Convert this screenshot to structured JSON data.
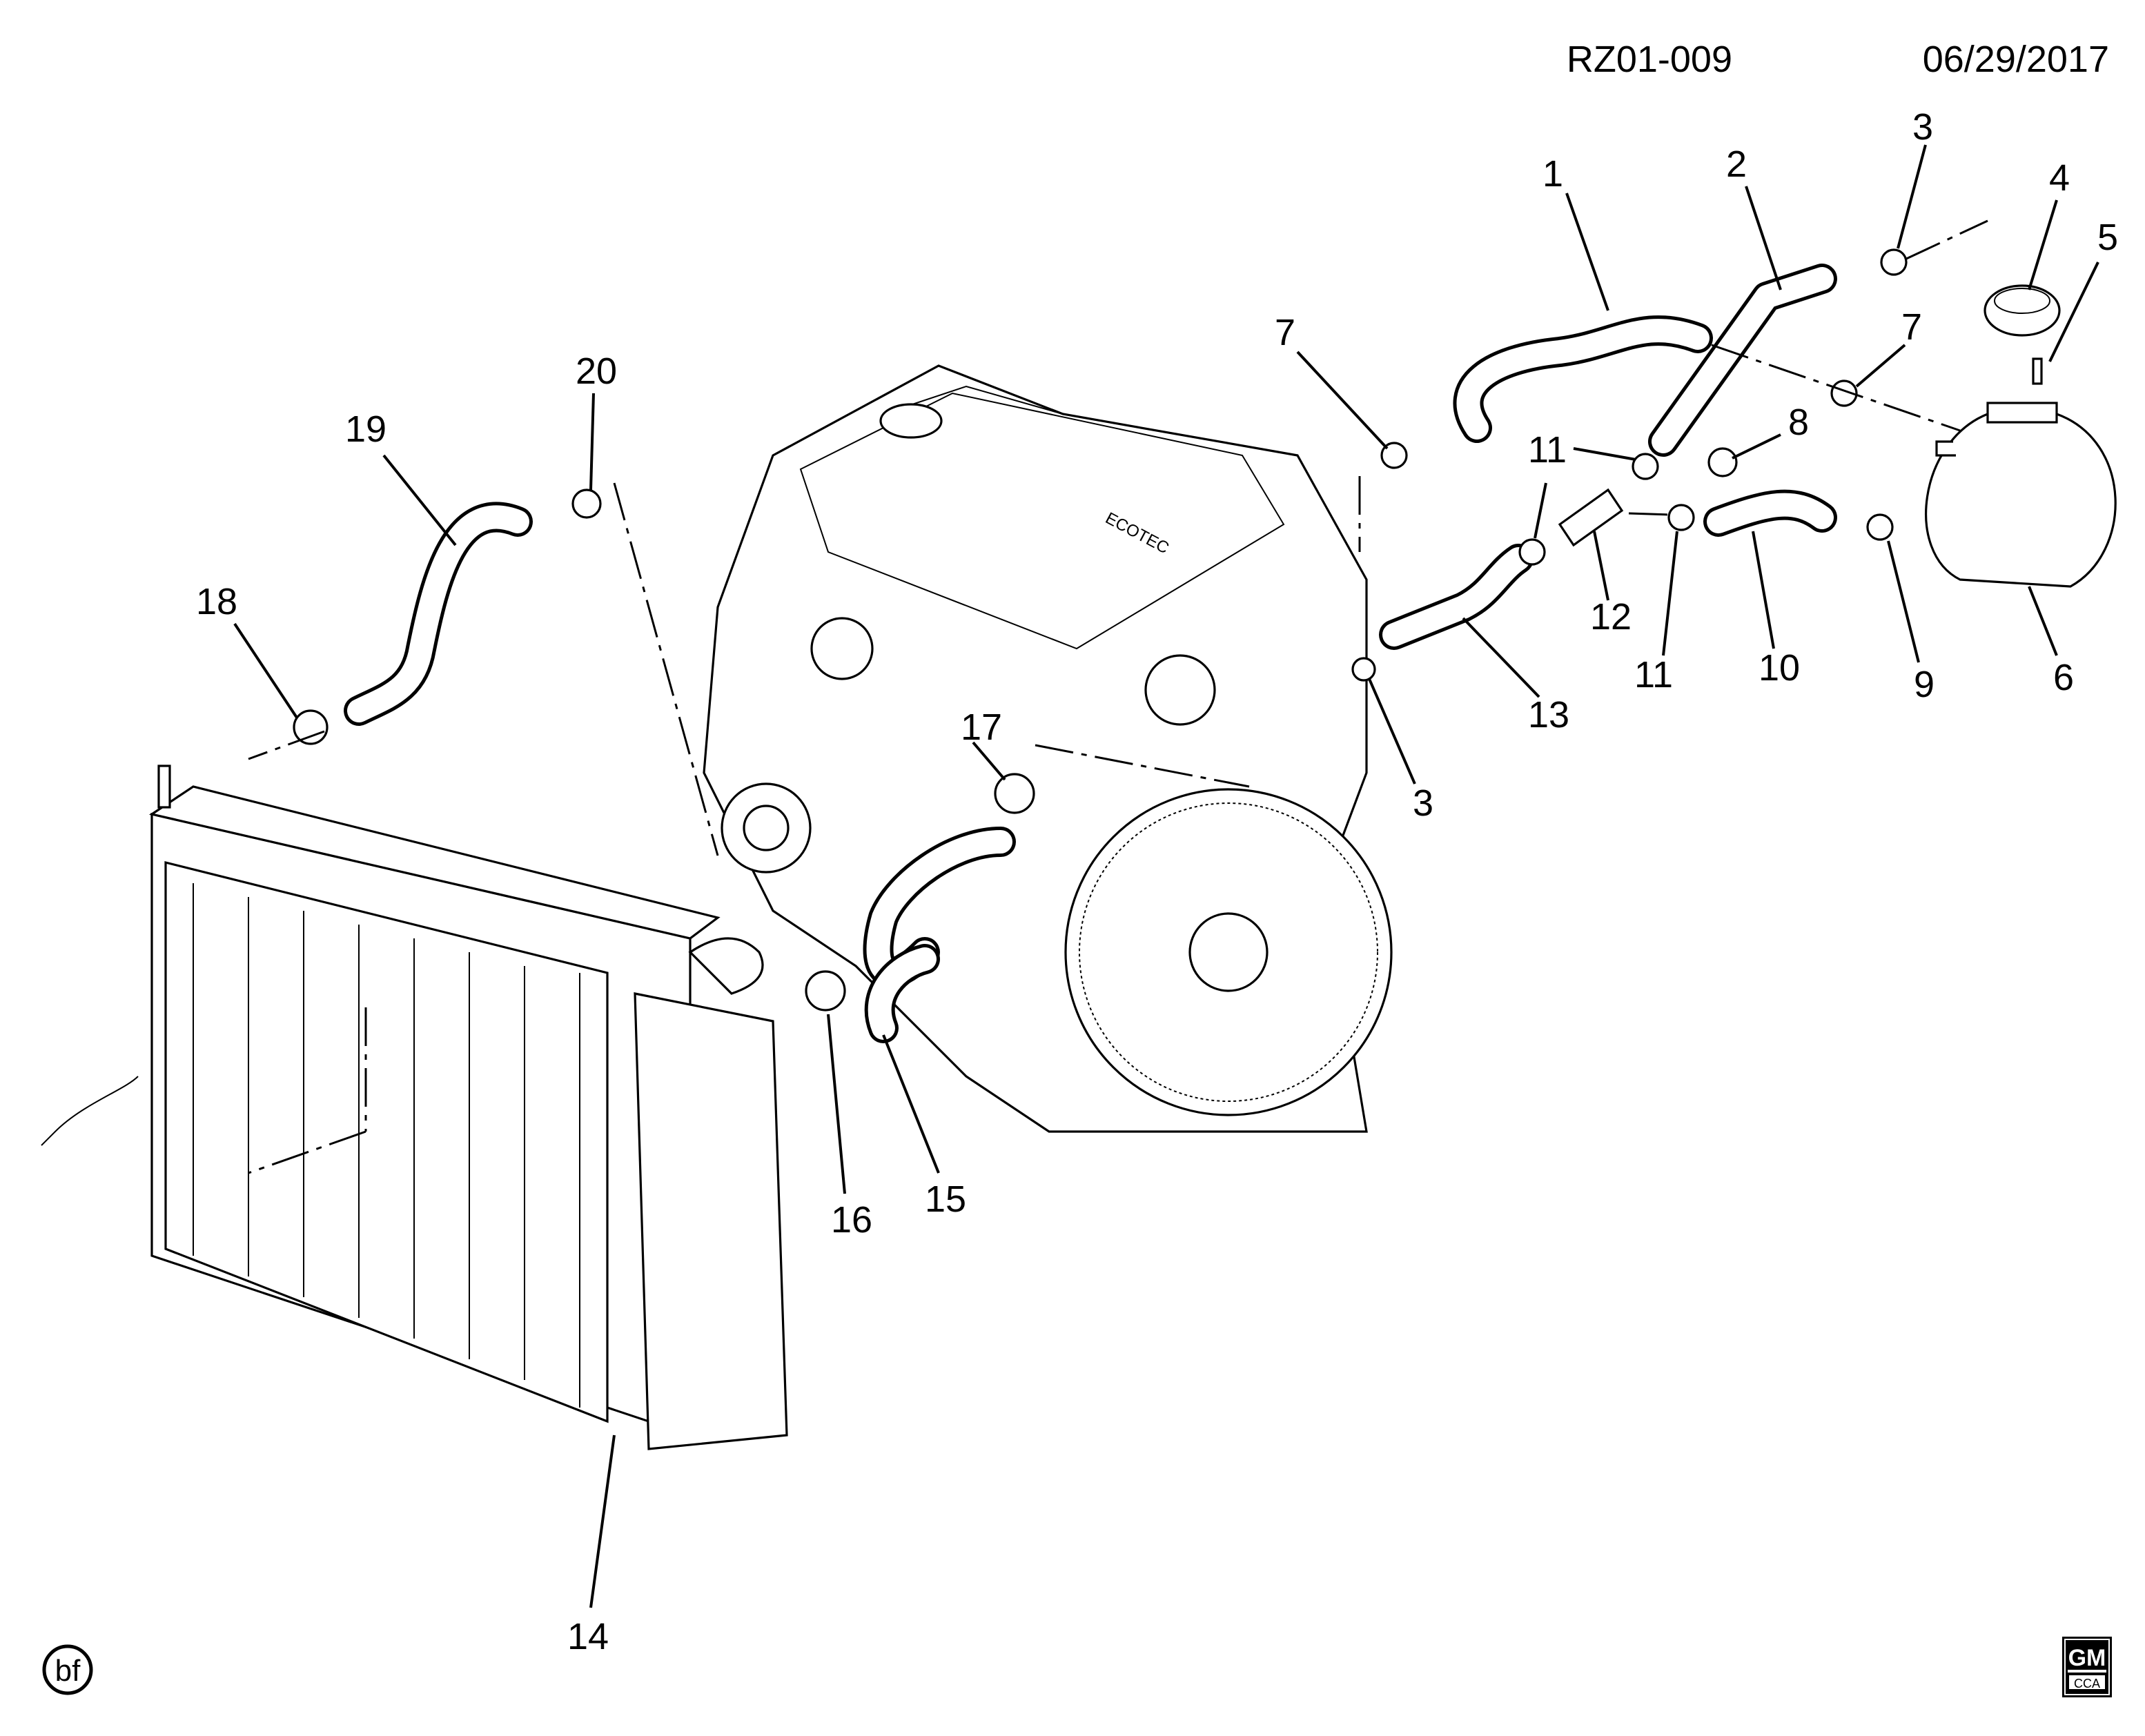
{
  "header": {
    "diagram_code": "RZ01-009",
    "date": "06/29/2017"
  },
  "badges": {
    "bf": "bf",
    "logo_top": "GM",
    "logo_bottom": "CCA"
  },
  "engine_label": "ECOTEC",
  "callouts": [
    {
      "label": "1"
    },
    {
      "label": "2"
    },
    {
      "label": "3"
    },
    {
      "label": "4"
    },
    {
      "label": "5"
    },
    {
      "label": "7"
    },
    {
      "label": "7"
    },
    {
      "label": "20"
    },
    {
      "label": "19"
    },
    {
      "label": "11"
    },
    {
      "label": "8"
    },
    {
      "label": "11"
    },
    {
      "label": "18"
    },
    {
      "label": "12"
    },
    {
      "label": "10"
    },
    {
      "label": "9"
    },
    {
      "label": "6"
    },
    {
      "label": "13"
    },
    {
      "label": "3"
    },
    {
      "label": "17"
    },
    {
      "label": "16"
    },
    {
      "label": "15"
    },
    {
      "label": "14"
    }
  ]
}
